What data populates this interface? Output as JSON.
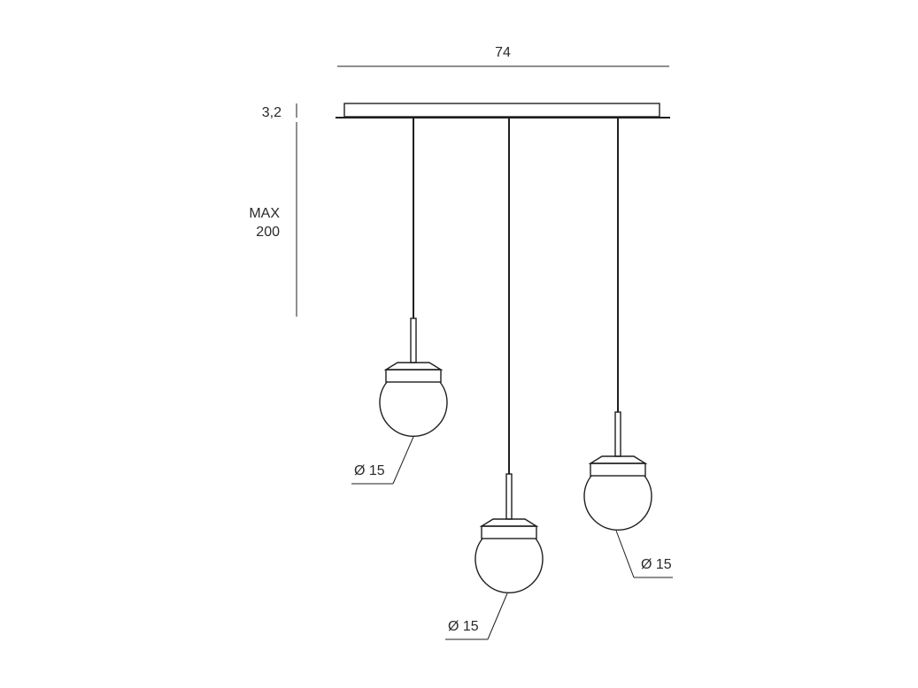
{
  "dimensions": {
    "width": "74",
    "canopy_height": "3,2",
    "drop_max_line1": "MAX",
    "drop_max_line2": "200"
  },
  "pendants": [
    {
      "diameter_label": "Ø 15"
    },
    {
      "diameter_label": "Ø 15"
    },
    {
      "diameter_label": "Ø 15"
    }
  ]
}
